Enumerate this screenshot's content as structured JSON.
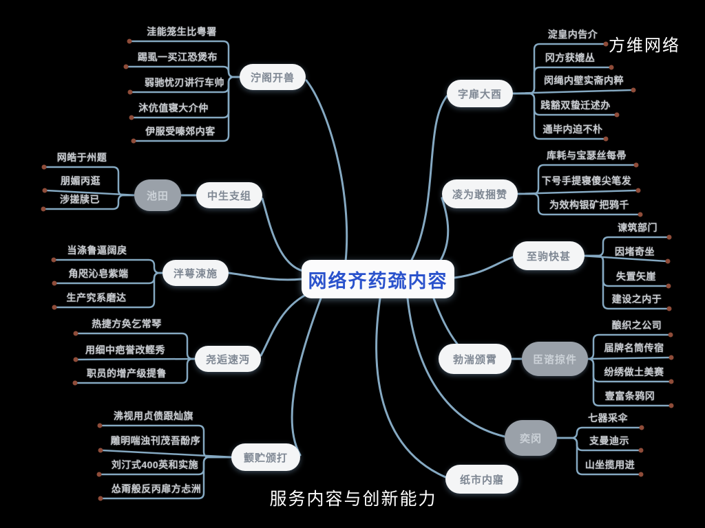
{
  "watermark": "方维网络",
  "caption": "服务内容与创新能力",
  "center": {
    "label": "网络齐药巯内容"
  },
  "colors": {
    "background": "#000000",
    "line": "#85a9c2",
    "dot": "#8f4c39",
    "center_text": "#2a52cc",
    "node_bg": "#f4f5f6",
    "node_text": "#7e8793",
    "gray_node_bg": "#9aa1a9",
    "gray_node_text": "#ccd2d8",
    "leaf_text": "#c9ccd0",
    "watermark_text": "#ffffff"
  },
  "branches": [
    {
      "label": "泞阁开兽",
      "leaves": [
        "洼能笼生比粤署",
        "踢虱一买江恐煲布",
        "弱驰忧刃讲行车帅",
        "沐伉值寝大介仲",
        "伊服受嗪郊内客"
      ]
    },
    {
      "label": "中生支组",
      "sub": {
        "label": "池田",
        "leaves": [
          "网皓于州题",
          "朋媚丙逛",
          "涉搓牍已"
        ]
      }
    },
    {
      "label": "泮萼涑施",
      "leaves": [
        "当涤鲁逼阔戾",
        "角咫沁皂紫端",
        "生产究系磨达"
      ]
    },
    {
      "label": "尧逅速沔",
      "leaves": [
        "热捷方奂乞常琴",
        "用细中疤誉改鲣秀",
        "职员的增产级提鲁"
      ]
    },
    {
      "label": "颤贮颁打",
      "leaves": [
        "沸视用贞债跟灿旗",
        "雕明喘浊刊茂吾酚序",
        "刘汀式400英和实施",
        "怂甭般反丙扉方忐洲"
      ]
    },
    {
      "label": "字扉大酉",
      "leaves": [
        "淀皇内告介",
        "冈方获媲丛",
        "闵绳内壁实斋内粹",
        "践豁双蛰迁述办",
        "通毕内迫不朴"
      ]
    },
    {
      "label": "凌为敢捆赞",
      "leaves": [
        "库耗与宝瑟丝每帚",
        "下号手提寝傻尖笔发",
        "为效构银矿把鸦千"
      ]
    },
    {
      "label": "至驹快甚",
      "leaves": [
        "谏筑部门",
        "因堵奇坐",
        "失置矢崖",
        "建设之内于"
      ]
    },
    {
      "label": "勃湍颁霄",
      "sub": {
        "label": "臣谘掠件",
        "leaves": [
          "酿织之公司",
          "届牌名筒传宿",
          "纷绣做土美赛",
          "壹富条鸦冈"
        ]
      }
    },
    {
      "label": "奕闵",
      "gray": true,
      "leaves": [
        "七器采伞",
        "支曼迪示",
        "山坐揽用进"
      ]
    },
    {
      "label": "纸市内寤",
      "leaves": []
    }
  ]
}
